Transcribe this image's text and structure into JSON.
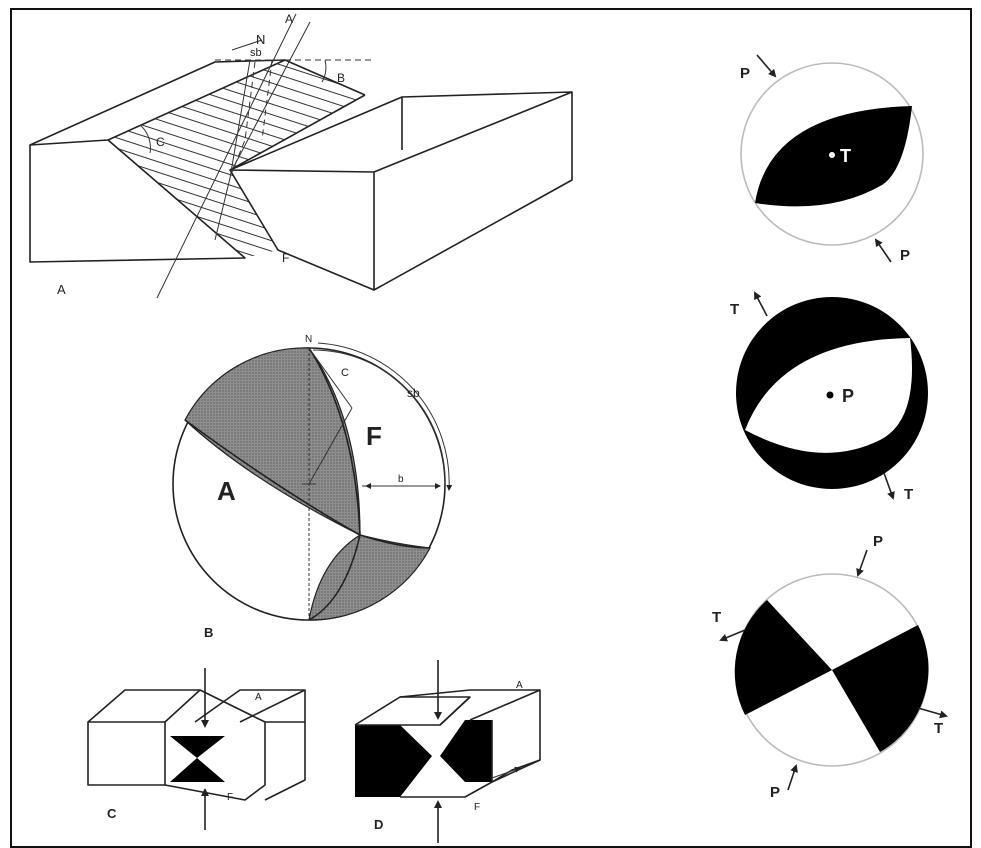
{
  "panel_a": {
    "letter": "A",
    "labels": {
      "north": "N",
      "sb": "sb",
      "plane_a": "A",
      "angle_b": "B",
      "angle_c": "C",
      "fault_plane": "F"
    }
  },
  "panel_b": {
    "letter": "B",
    "labels": {
      "north": "N",
      "angle_c": "C",
      "sb": "sb",
      "fault_f": "F",
      "aux_a": "A",
      "b": "b"
    }
  },
  "panel_c": {
    "letter": "C",
    "labels": {
      "plane_a": "A",
      "plane_f": "F"
    }
  },
  "panel_d": {
    "letter": "D",
    "labels": {
      "plane_a": "A",
      "plane_f": "F"
    }
  },
  "beachball_top": {
    "center_label": "T",
    "axis_labels": [
      "P",
      "P"
    ]
  },
  "beachball_middle": {
    "center_label": "P",
    "axis_labels": [
      "T",
      "T"
    ]
  },
  "beachball_bottom": {
    "axis_labels": [
      "P",
      "T",
      "T",
      "P"
    ]
  },
  "colors": {
    "ink": "#222222",
    "hatch_fill": "#9a9a9a",
    "solid_fill": "#000000",
    "circle_outline": "#bbbbbb"
  }
}
